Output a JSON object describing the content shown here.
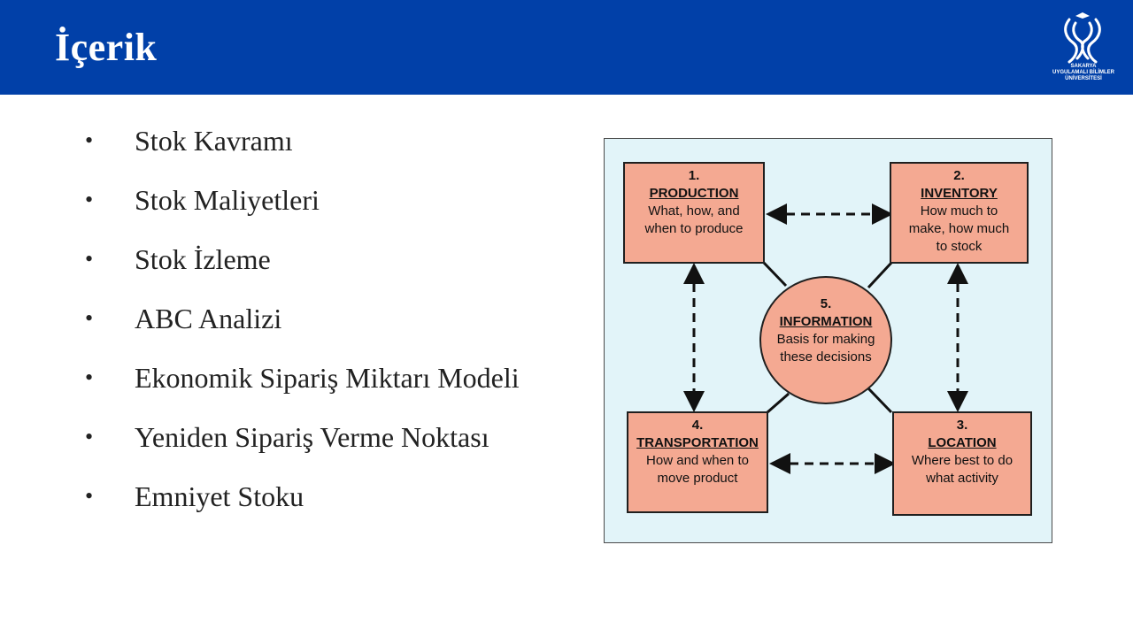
{
  "slide": {
    "title": "İçerik",
    "logo_text": [
      "SAKARYA",
      "UYGULAMALI BİLİMLER",
      "ÜNİVERSİTESİ"
    ]
  },
  "topics": [
    "Stok Kavramı",
    "Stok Maliyetleri",
    "Stok İzleme",
    "ABC Analizi",
    "Ekonomik Sipariş Miktarı Modeli",
    "Yeniden Sipariş Verme Noktası",
    "Emniyet Stoku"
  ],
  "bullet_char": "•",
  "diagram": {
    "production": {
      "num": "1.",
      "head": "PRODUCTION",
      "desc1": "What, how, and",
      "desc2": "when to produce"
    },
    "inventory": {
      "num": "2.",
      "head": "INVENTORY",
      "desc1": "How much to",
      "desc2": "make, how much",
      "desc3": "to stock"
    },
    "location": {
      "num": "3.",
      "head": "LOCATION",
      "desc1": "Where best to do",
      "desc2": "what activity"
    },
    "transportation": {
      "num": "4.",
      "head": "TRANSPORTATION",
      "desc1": "How and when to",
      "desc2": "move product"
    },
    "information": {
      "num": "5.",
      "head": "INFORMATION",
      "desc1": "Basis for making",
      "desc2": "these decisions"
    },
    "colors": {
      "box_fill": "#f4a992",
      "background": "#e2f4f9",
      "header": "#0140a8"
    }
  }
}
